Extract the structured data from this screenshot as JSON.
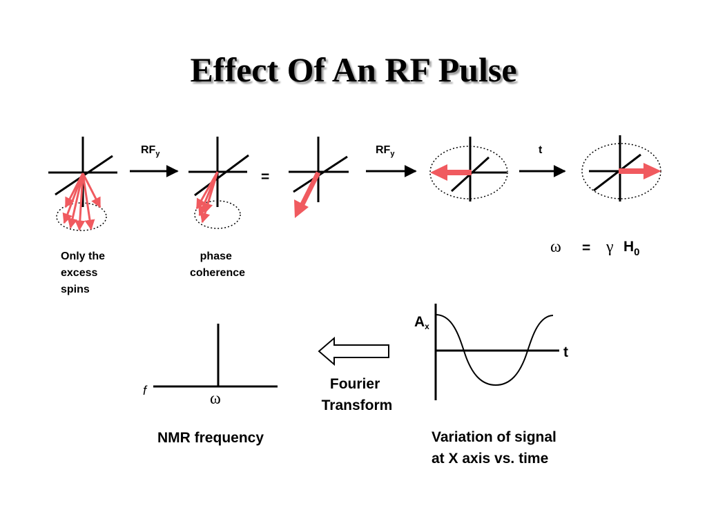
{
  "slide": {
    "title": "Effect Of An RF Pulse"
  },
  "top_row": {
    "pulse1_label": "RF",
    "pulse1_sub": "y",
    "equals": "=",
    "pulse2_label": "RF",
    "pulse2_sub": "y",
    "time_label": "t",
    "caption_excess": [
      "Only the",
      "excess",
      "spins"
    ],
    "caption_phase": [
      "phase",
      "coherence"
    ]
  },
  "larmor": {
    "omega": "ω",
    "eq": "=",
    "gamma": "γ",
    "h": "H",
    "h_sub": "0"
  },
  "bottom_row": {
    "freq_axis_label": "f",
    "freq_peak_label": "ω",
    "freq_caption": "NMR frequency",
    "ft_line1": "Fourier",
    "ft_line2": "Transform",
    "signal_y_label": "A",
    "signal_y_sub": "x",
    "signal_x_label": "t",
    "signal_caption": [
      "Variation of signal",
      "at X axis vs. time"
    ]
  },
  "colors": {
    "vector": "#f05a5f",
    "axis": "#000000",
    "title_shadow": "#9a9a9a"
  }
}
